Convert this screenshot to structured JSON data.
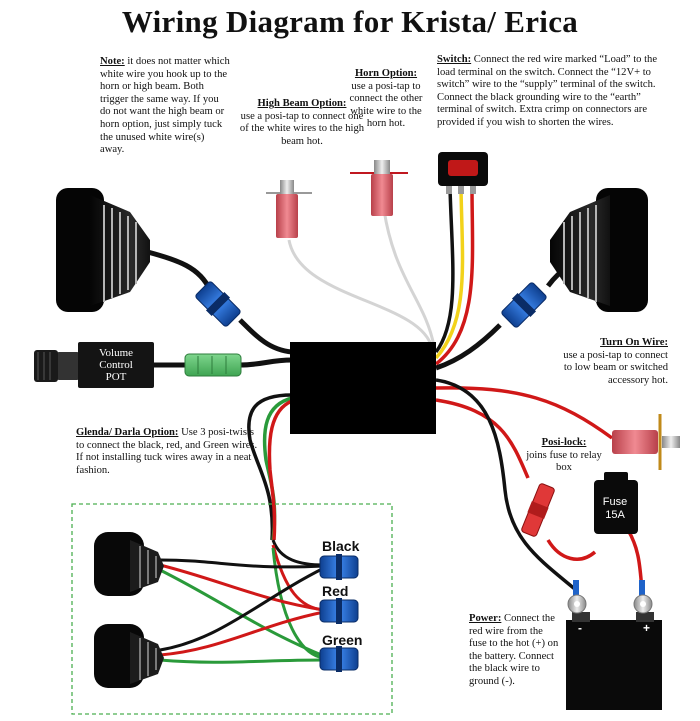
{
  "title": "Wiring Diagram for Krista/ Erica",
  "notes": {
    "note": {
      "heading": "Note:",
      "text": " it does not matter which white wire you hook up to the horn or high beam. Both trigger the same way. If you do not want the high beam or horn option, just simply tuck the unused white wire(s) away."
    },
    "high_beam": {
      "heading": "High Beam Option:",
      "text": "use a posi-tap to connect one of the white wires to the high beam hot."
    },
    "horn": {
      "heading": "Horn Option:",
      "text": "use a posi-tap to connect the other white wire to the horn hot."
    },
    "switch": {
      "heading": "Switch:",
      "text": " Connect the red wire marked “Load” to the load terminal on the switch. Connect the “12V+ to switch” wire to the “supply” terminal of the switch. Connect the black grounding wire to the “earth” terminal of switch. Extra crimp on connectors are provided if you wish to shorten the wires."
    },
    "turn_on": {
      "heading": "Turn On Wire:",
      "text": "use a posi-tap to connect to low beam or switched accessory hot."
    },
    "glenda": {
      "heading": "Glenda/ Darla Option:",
      "text": " Use 3 posi-twists to connect the black, red, and Green wires. If not installing tuck wires away in a neat fashion."
    },
    "posi_lock": {
      "heading": "Posi-lock:",
      "text": "joins fuse to relay box"
    },
    "power": {
      "heading": "Power:",
      "text": " Connect the red wire from the fuse to the hot (+) on the battery. Connect the black wire to ground (-)."
    }
  },
  "components": {
    "volume_pot": [
      "Volume",
      "Control",
      "POT"
    ],
    "fuse": [
      "Fuse",
      "15A"
    ],
    "battery_minus": "-",
    "battery_plus": "+"
  },
  "wire_labels": {
    "black": "Black",
    "red": "Red",
    "green": "Green"
  },
  "colors": {
    "wire_black": "#111111",
    "wire_red": "#d01818",
    "wire_yellow": "#f2d21a",
    "wire_white": "#cfcfcf",
    "wire_green": "#2a9a3a",
    "connector_blue": "#1f63c9",
    "dashed_box": "#4caf50"
  }
}
